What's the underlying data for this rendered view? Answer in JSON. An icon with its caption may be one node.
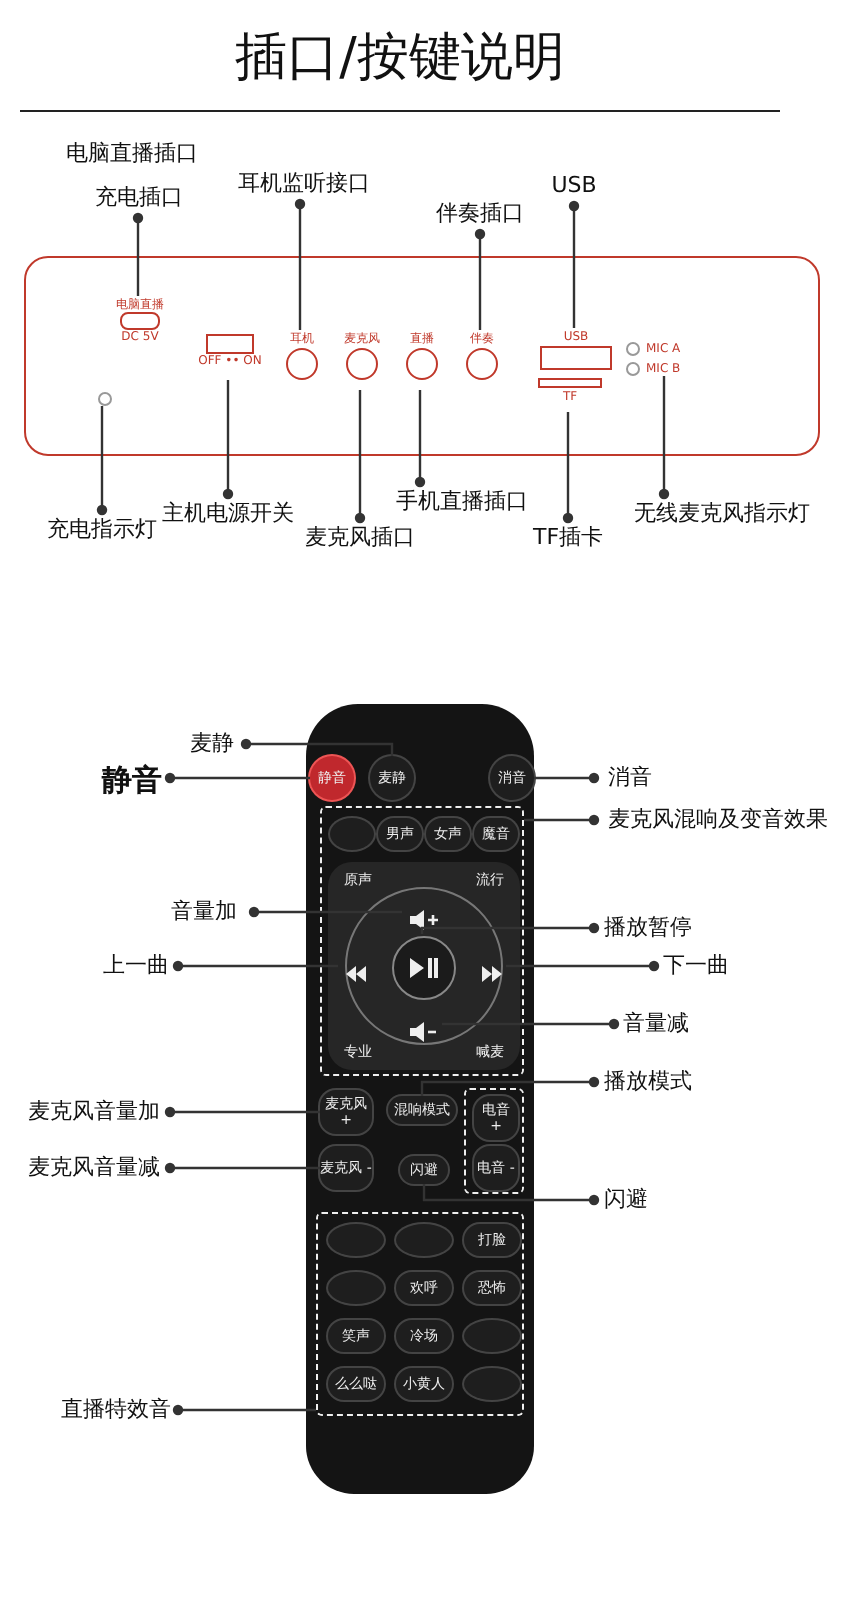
{
  "diagram": {
    "title": "插口/按键说明",
    "nodes": [
      {
        "text": [
          "充电插口"
        ]
      },
      {
        "text": [
          "耳机监听接口"
        ]
      },
      {
        "text": [
          "USB"
        ]
      },
      {
        "text": [
          "伴奏插口"
        ]
      },
      {
        "text": [],
        "shape": "box"
      },
      {
        "text": [],
        "shape": "box",
        "in": 4,
        "beside": [
          "电脑直播",
          "DC 5V"
        ]
      },
      {
        "text": [],
        "shape": "box",
        "in": 4,
        "beside": [
          "OFF •• ON"
        ]
      },
      {
        "text": [],
        "shape": "circle",
        "in": 4,
        "beside": [
          "耳机"
        ]
      },
      {
        "text": [],
        "shape": "circle",
        "in": 4,
        "beside": [
          "麦克风"
        ]
      },
      {
        "text": [],
        "shape": "circle",
        "in": 4,
        "beside": [
          "直播"
        ]
      },
      {
        "text": [],
        "shape": "circle",
        "in": 4,
        "beside": [
          "伴奏"
        ]
      },
      {
        "text": [],
        "shape": "box",
        "in": 4,
        "beside": [
          "USB"
        ]
      },
      {
        "text": [],
        "shape": "box",
        "in": 4,
        "beside": [
          "TF"
        ]
      },
      {
        "text": [],
        "shape": "circle",
        "in": 4,
        "beside": [
          "MIC A",
          "MIC B"
        ]
      },
      {
        "text": [],
        "shape": "circle",
        "in": 4
      },
      {
        "text": [
          "充电指示灯"
        ]
      },
      {
        "text": [
          "主机电源开关"
        ]
      },
      {
        "text": [
          "麦克风插口"
        ]
      },
      {
        "text": [
          "手机直播插口"
        ]
      },
      {
        "text": [
          "TF插卡"
        ]
      },
      {
        "text": [
          "无线麦克风指示灯"
        ]
      },
      {
        "text": [
          "麦静"
        ]
      },
      {
        "text": [
          "静音"
        ]
      },
      {
        "text": [
          "消音"
        ]
      },
      {
        "text": [],
        "shape": "box"
      },
      {
        "text": [
          "静音"
        ],
        "in": 24
      },
      {
        "text": [
          "麦静"
        ],
        "in": 24
      },
      {
        "text": [
          "消音"
        ],
        "in": 24
      },
      {
        "text": [
          "麦克风混响及变音效果"
        ]
      },
      {
        "text": [],
        "shape": "box",
        "in": 24
      },
      {
        "text": [],
        "shape": "circle",
        "in": 29
      },
      {
        "text": [
          "男声"
        ],
        "in": 29
      },
      {
        "text": [
          "女声"
        ],
        "in": 29
      },
      {
        "text": [
          "魔音"
        ],
        "in": 29
      },
      {
        "text": [
          "音量加"
        ]
      },
      {
        "text": [
          "播放暂停"
        ]
      },
      {
        "text": [
          "上一曲"
        ]
      },
      {
        "text": [
          "下一曲"
        ]
      },
      {
        "text": [],
        "shape": "box",
        "in": 29
      },
      {
        "text": [
          "原声"
        ],
        "in": 38
      },
      {
        "text": [
          "流行"
        ],
        "in": 38
      },
      {
        "text": [],
        "shape": "icon",
        "in": 38
      },
      {
        "text": [],
        "shape": "icon",
        "in": 38
      },
      {
        "text": [],
        "shape": "circle",
        "in": 38
      },
      {
        "text": [],
        "shape": "icon",
        "in": 38
      },
      {
        "text": [],
        "shape": "icon",
        "in": 38
      },
      {
        "text": [
          "专业"
        ],
        "in": 38
      },
      {
        "text": [
          "喊麦"
        ],
        "in": 38
      },
      {
        "text": [
          "音量减"
        ]
      },
      {
        "text": [
          "播放模式"
        ]
      },
      {
        "text": [
          "麦克风音量加"
        ]
      },
      {
        "text": [
          "麦克风音量减"
        ]
      },
      {
        "text": [
          "闪避"
        ]
      },
      {
        "text": [
          "麦克风 +"
        ],
        "in": 24
      },
      {
        "text": [
          "混响模式"
        ],
        "in": 24
      },
      {
        "text": [],
        "shape": "box",
        "in": 24
      },
      {
        "text": [
          "电音 +"
        ],
        "in": 55
      },
      {
        "text": [
          "麦克风 -"
        ],
        "in": 24
      },
      {
        "text": [
          "闪避"
        ],
        "in": 24
      },
      {
        "text": [
          "电音 -"
        ],
        "in": 55
      },
      {
        "text": [
          "直播特效音"
        ]
      },
      {
        "text": [],
        "shape": "box",
        "in": 24
      },
      {
        "text": [],
        "shape": "circle",
        "in": 61
      },
      {
        "text": [],
        "shape": "circle",
        "in": 61
      },
      {
        "text": [
          "打脸"
        ],
        "in": 61
      },
      {
        "text": [],
        "shape": "circle",
        "in": 61
      },
      {
        "text": [
          "欢呼"
        ],
        "in": 61
      },
      {
        "text": [
          "恐怖"
        ],
        "in": 61
      },
      {
        "text": [
          "笑声"
        ],
        "in": 61
      },
      {
        "text": [
          "冷场"
        ],
        "in": 61
      },
      {
        "text": [],
        "shape": "circle",
        "in": 61
      },
      {
        "text": [
          "么么哒"
        ],
        "in": 61
      },
      {
        "text": [
          "小黄人"
        ],
        "in": 61
      },
      {
        "text": [],
        "shape": "circle",
        "in": 61
      }
    ],
    "edges": [
      {
        "from": 0,
        "to": 5,
        "arrow": "other"
      },
      {
        "from": 1,
        "to": 7,
        "arrow": "other"
      },
      {
        "from": 2,
        "to": 11,
        "arrow": "other"
      },
      {
        "from": 3,
        "to": 10,
        "arrow": "other"
      },
      {
        "from": 15,
        "to": 14,
        "arrow": "other"
      },
      {
        "from": 16,
        "to": 6,
        "arrow": "other"
      },
      {
        "from": 17,
        "to": 8,
        "arrow": "other"
      },
      {
        "from": 18,
        "to": 9,
        "arrow": "other"
      },
      {
        "from": 19,
        "to": 12,
        "arrow": "other"
      },
      {
        "from": 20,
        "to": 13,
        "arrow": "other"
      },
      {
        "from": 21,
        "to": 26,
        "arrow": "other"
      },
      {
        "from": 22,
        "to": 25,
        "arrow": "other"
      },
      {
        "from": 23,
        "to": 27,
        "arrow": "other"
      },
      {
        "from": 28,
        "to": 29,
        "arrow": "other"
      },
      {
        "from": 34,
        "to": 41,
        "arrow": "other"
      },
      {
        "from": 35,
        "to": 43,
        "arrow": "other"
      },
      {
        "from": 36,
        "to": 42,
        "arrow": "other"
      },
      {
        "from": 37,
        "to": 44,
        "arrow": "other"
      },
      {
        "from": 48,
        "to": 45,
        "arrow": "other"
      },
      {
        "from": 49,
        "to": 54,
        "arrow": "other"
      },
      {
        "from": 50,
        "to": 53,
        "arrow": "other"
      },
      {
        "from": 51,
        "to": 57,
        "arrow": "other"
      },
      {
        "from": 52,
        "to": 58,
        "arrow": "other"
      },
      {
        "from": 60,
        "to": 61,
        "arrow": "other"
      }
    ],
    "labels": [
      "电脑直播插口"
    ]
  }
}
